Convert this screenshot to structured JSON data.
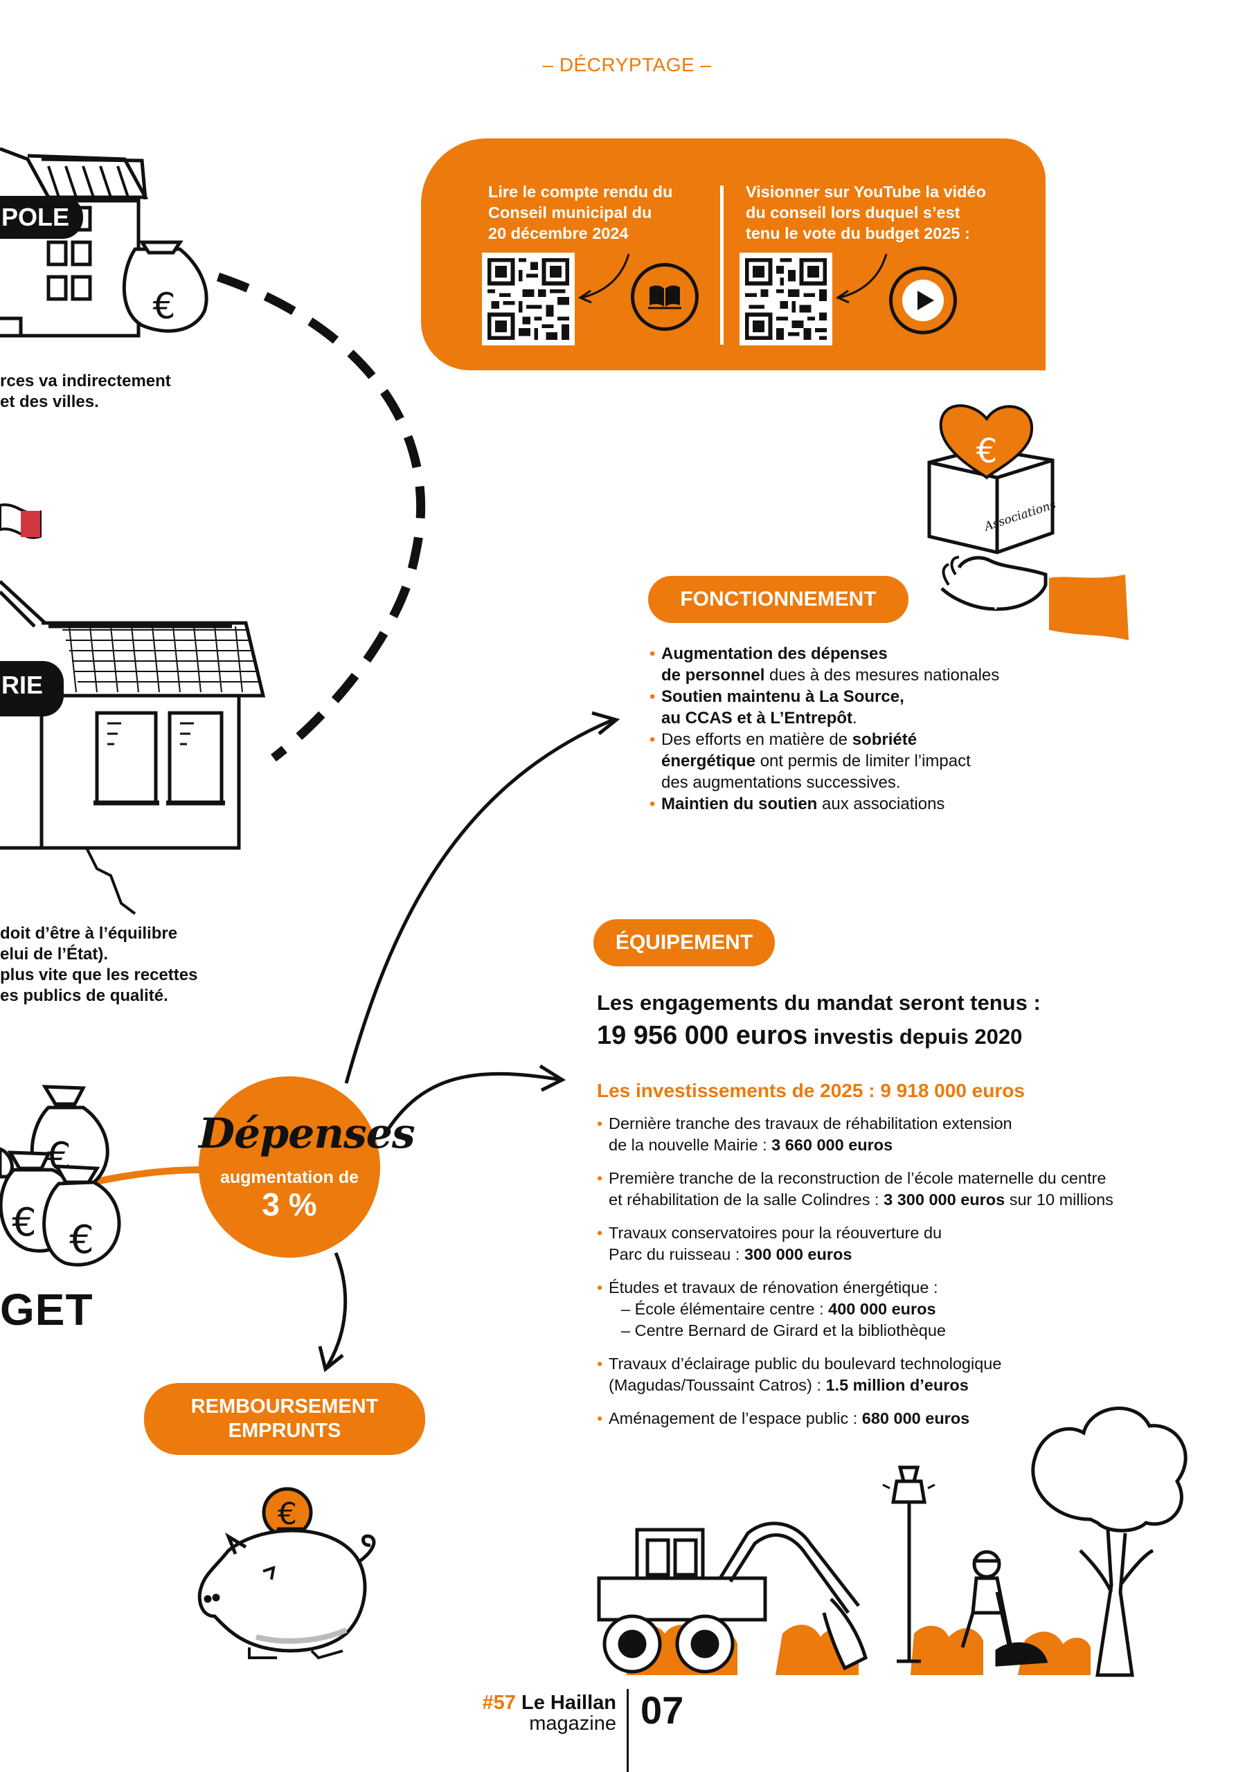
{
  "header": {
    "section": "– DÉCRYPTAGE –"
  },
  "left_fragments": {
    "pill_top": "POLE",
    "pill_mid": "RIE",
    "text1": [
      "rces va indirectement",
      "et des villes."
    ],
    "text2": [
      "doit d’être à l’équilibre",
      "elui de l’État).",
      "plus vite que les recettes",
      "es publics de qualité."
    ],
    "budget_word": "GET"
  },
  "info_box": {
    "col1": [
      "Lire le compte rendu du",
      "Conseil municipal du",
      "20 décembre 2024"
    ],
    "col2": [
      "Visionner sur YouTube la vidéo",
      "du conseil lors duquel s’est",
      "tenu le vote du budget 2025 :"
    ]
  },
  "illustration_labels": {
    "associations": "Associations"
  },
  "fonctionnement": {
    "title": "FONCTIONNEMENT",
    "items": [
      {
        "bold": "Augmentation des dépenses",
        "line2_bold": "de personnel",
        "line2_rest": " dues à des mesures nationales"
      },
      {
        "bold": "Soutien maintenu à La Source,",
        "line2_bold": "au CCAS et à L’Entrepôt",
        "line2_rest": "."
      },
      {
        "pre": "Des efforts en matière de ",
        "bold": "sobriété",
        "line2_bold": "énergétique",
        "line2_rest": " ont permis de limiter l’impact",
        "line3": "des augmentations successives."
      },
      {
        "bold": "Maintien du soutien",
        "rest": " aux associations"
      }
    ]
  },
  "depenses": {
    "title": "Dépenses",
    "subtitle": "augmentation de",
    "value": "3 %"
  },
  "remboursement": {
    "line1": "REMBOURSEMENT",
    "line2": "EMPRUNTS"
  },
  "equipement": {
    "title": "ÉQUIPEMENT",
    "headline_line1": "Les engagements du mandat seront tenus :",
    "headline_amount": "19 956 000 euros",
    "headline_rest": " investis depuis 2020",
    "sub_title": "Les investissements de 2025 : 9 918 000 euros",
    "items": [
      {
        "l1": "Dernière tranche des travaux de réhabilitation extension",
        "l2": "de la nouvelle Mairie : ",
        "amount": "3 660 000 euros",
        "after": ""
      },
      {
        "l1": "Première tranche de la reconstruction de l’école maternelle du centre",
        "l2": "et réhabilitation de la salle Colindres : ",
        "amount": "3 300 000 euros",
        "after": " sur 10 millions"
      },
      {
        "l1": "Travaux conservatoires pour la réouverture du",
        "l2": "Parc du ruisseau : ",
        "amount": "300 000 euros",
        "after": ""
      },
      {
        "l1": "Études et travaux de rénovation énergétique :",
        "l2": "– École élémentaire centre : ",
        "amount": "400 000 euros",
        "after": "",
        "l3": "– Centre Bernard de Girard et la bibliothèque"
      },
      {
        "l1": "Travaux d’éclairage public du boulevard technologique",
        "l2": "(Magudas/Toussaint Catros) : ",
        "amount": "1.5 million d’euros",
        "after": ""
      },
      {
        "l1": "Aménagement de l’espace public : ",
        "amount": "680 000 euros"
      }
    ]
  },
  "footer": {
    "issue": "#57",
    "brand": "Le Haillan",
    "magazine": "magazine",
    "page": "07"
  },
  "colors": {
    "accent": "#ec7a0c",
    "text": "#111111"
  }
}
